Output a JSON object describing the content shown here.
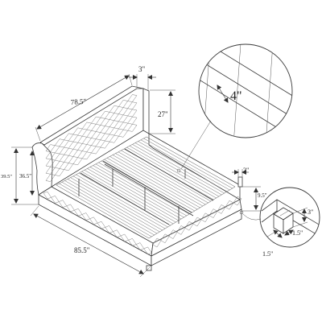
{
  "diagram": {
    "labels": {
      "headboard_width": "78.5\"",
      "headboard_thickness": "3\"",
      "headboard_top_height": "27\"",
      "total_height": "39.5\"",
      "side_height": "36.5\"",
      "bed_length": "85.5\"",
      "leg_width": "2\"",
      "frame_height": "9.5\"",
      "detail_spacing": "4\"",
      "detail_leg_height": "3\"",
      "detail_leg_width": "1.5\"",
      "detail_leg_depth": "1.5\""
    }
  }
}
